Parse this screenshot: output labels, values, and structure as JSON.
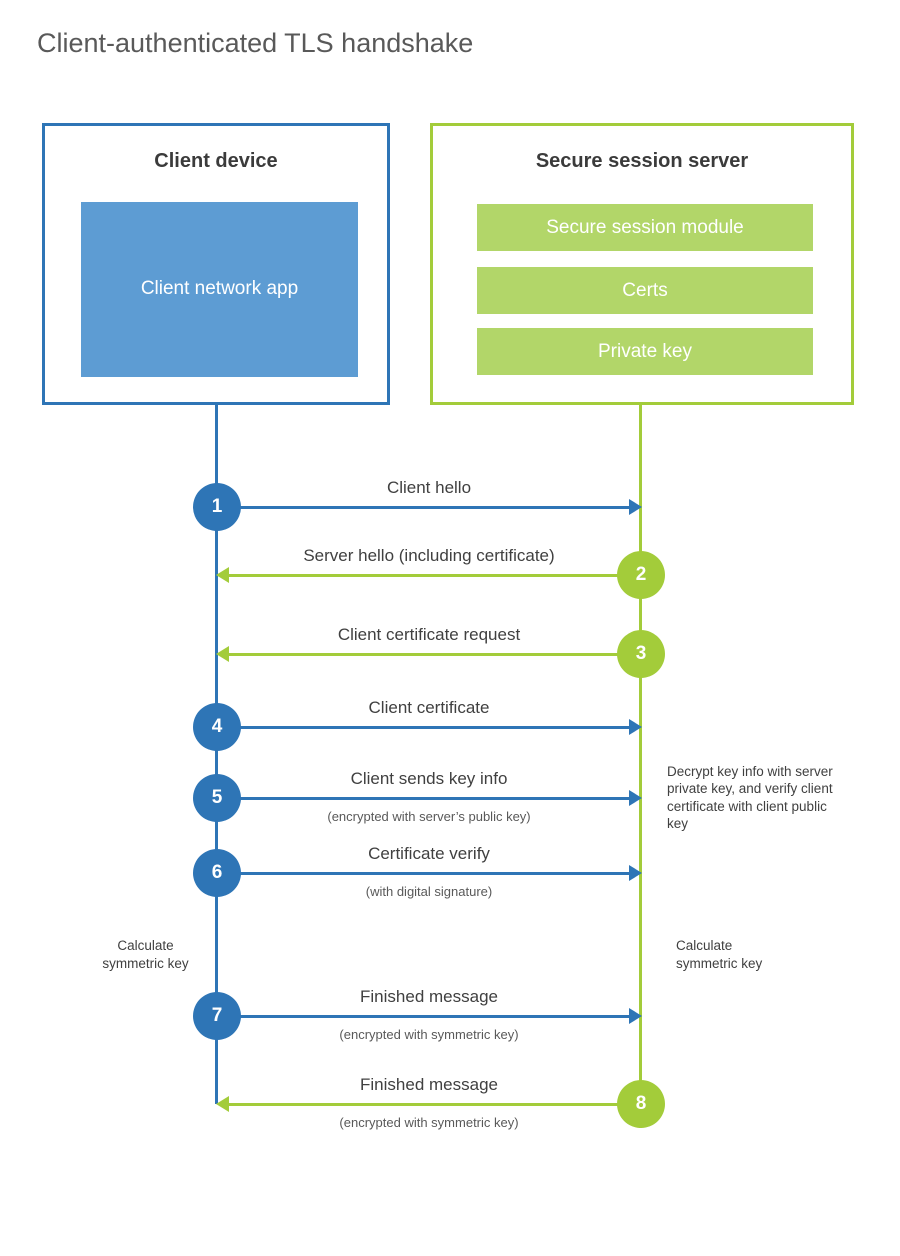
{
  "title": "Client-authenticated TLS handshake",
  "colors": {
    "blue": "#2e75b6",
    "blue_fill": "#5d9cd3",
    "green": "#a3cc3a",
    "green_fill": "#b2d669",
    "text_dark": "#404040",
    "text_gray": "#595959"
  },
  "client": {
    "title": "Client device",
    "app_label": "Client network app"
  },
  "server": {
    "title": "Secure session server",
    "modules": [
      "Secure session module",
      "Certs",
      "Private key"
    ]
  },
  "messages": [
    {
      "num": "1",
      "label": "Client hello",
      "sub": "",
      "direction": "client-to-server",
      "color": "blue"
    },
    {
      "num": "2",
      "label": "Server hello (including certificate)",
      "sub": "",
      "direction": "server-to-client",
      "color": "green"
    },
    {
      "num": "3",
      "label": "Client certificate request",
      "sub": "",
      "direction": "server-to-client",
      "color": "green"
    },
    {
      "num": "4",
      "label": "Client certificate",
      "sub": "",
      "direction": "client-to-server",
      "color": "blue"
    },
    {
      "num": "5",
      "label": "Client sends key info",
      "sub": "(encrypted with server’s public key)",
      "direction": "client-to-server",
      "color": "blue"
    },
    {
      "num": "6",
      "label": "Certificate verify",
      "sub": "(with digital signature)",
      "direction": "client-to-server",
      "color": "blue"
    },
    {
      "num": "7",
      "label": "Finished message",
      "sub": "(encrypted with symmetric key)",
      "direction": "client-to-server",
      "color": "blue"
    },
    {
      "num": "8",
      "label": "Finished message",
      "sub": "(encrypted with symmetric key)",
      "direction": "server-to-client",
      "color": "green"
    }
  ],
  "annotations": {
    "decrypt_note": "Decrypt key info with server private key, and verify client certificate with client public key",
    "calc_left": "Calculate symmetric key",
    "calc_right": "Calculate symmetric key"
  }
}
